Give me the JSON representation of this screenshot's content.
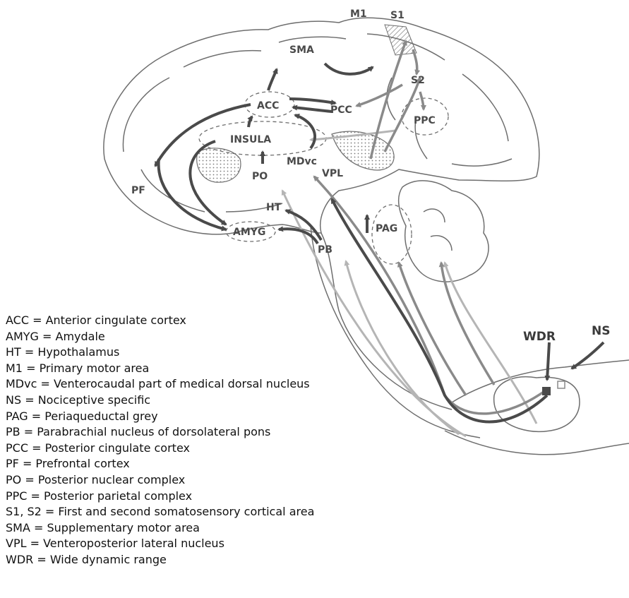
{
  "regions": {
    "m1": "M1",
    "s1": "S1",
    "sma": "SMA",
    "s2": "S2",
    "acc": "ACC",
    "pcc": "PCC",
    "ppc": "PPC",
    "insula": "INSULA",
    "pf": "PF",
    "po": "PO",
    "mdvc": "MDvc",
    "vpl": "VPL",
    "ht": "HT",
    "pag": "PAG",
    "amyg": "AMYG",
    "pb": "PB",
    "wdr": "WDR",
    "ns": "NS"
  },
  "legend": [
    "ACC = Anterior cingulate cortex",
    "AMYG = Amydale",
    "HT = Hypothalamus",
    "M1 = Primary motor area",
    "MDvc = Venterocaudal part of medical dorsal nucleus",
    "NS = Nociceptive specific",
    "PAG = Periaqueductal grey",
    "PB = Parabrachial nucleus of dorsolateral pons",
    "PCC = Posterior cingulate cortex",
    "PF = Prefrontal cortex",
    "PO = Posterior nuclear complex",
    "PPC = Posterior parietal complex",
    "S1, S2 = First and second somatosensory cortical area",
    "SMA = Supplementary motor area",
    "VPL = Venteroposterior lateral nucleus",
    "WDR = Wide dynamic range"
  ],
  "colors": {
    "outline": "#6e6e6e",
    "dark_arrow": "#4a4a4a",
    "mid_arrow": "#8a8a8a",
    "light_arrow": "#b5b5b5",
    "label": "#4a4a4a"
  }
}
